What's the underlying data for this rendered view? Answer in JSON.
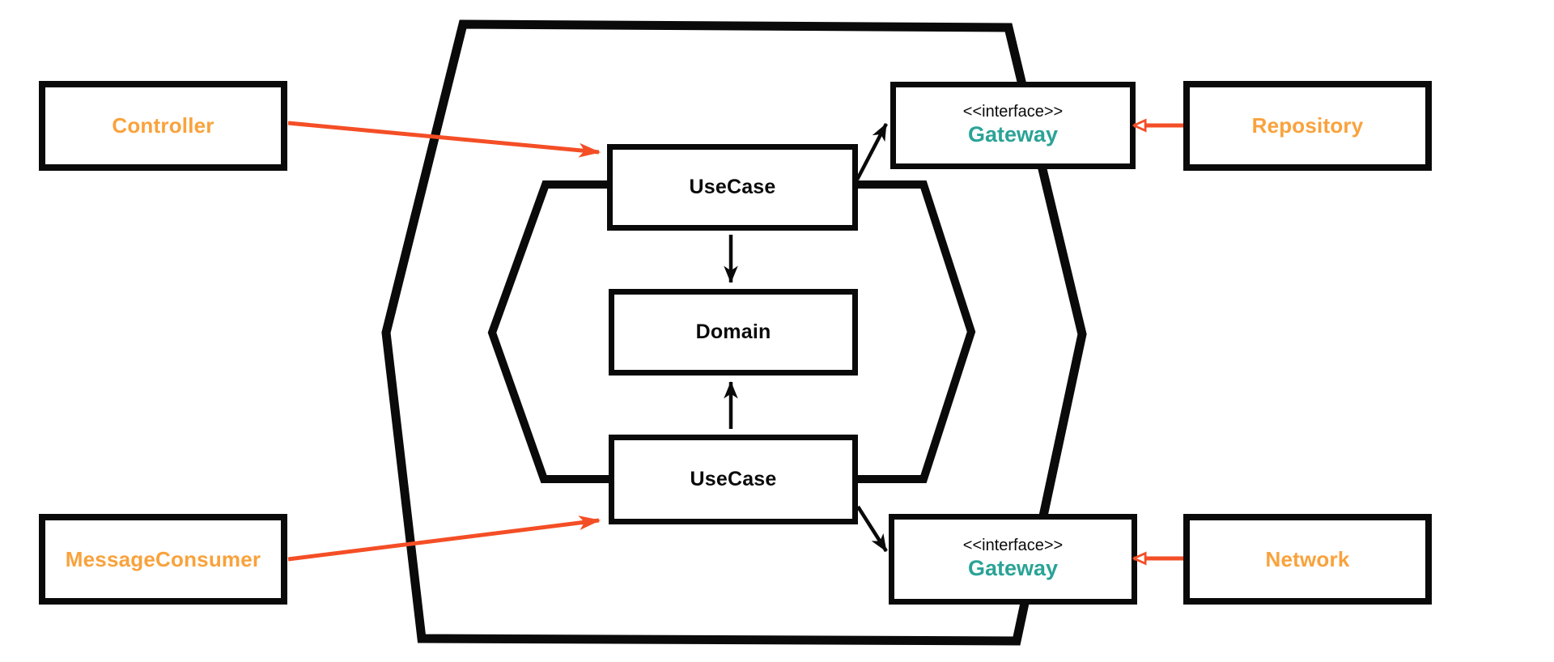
{
  "diagram_type": "hexagonal-architecture",
  "colors": {
    "adapter_text": "#F9A23C",
    "interface_text": "#2AA396",
    "arrow_red": "#F44E26",
    "line_black": "#0A0A0A"
  },
  "nodes": {
    "controller": {
      "label": "Controller"
    },
    "repository": {
      "label": "Repository"
    },
    "message_consumer": {
      "label": "MessageConsumer"
    },
    "network": {
      "label": "Network"
    },
    "usecase_top": {
      "label": "UseCase"
    },
    "domain": {
      "label": "Domain"
    },
    "usecase_bottom": {
      "label": "UseCase"
    },
    "gateway_top": {
      "stereotype": "<<interface>>",
      "label": "Gateway"
    },
    "gateway_bottom": {
      "stereotype": "<<interface>>",
      "label": "Gateway"
    }
  },
  "edges": [
    {
      "from": "Controller",
      "to": "UseCase (top)",
      "style": "red-solid-arrow"
    },
    {
      "from": "MessageConsumer",
      "to": "UseCase (bottom)",
      "style": "red-solid-arrow"
    },
    {
      "from": "Repository",
      "to": "Gateway (top)",
      "style": "red-hollow-arrow"
    },
    {
      "from": "Network",
      "to": "Gateway (bottom)",
      "style": "red-hollow-arrow"
    },
    {
      "from": "UseCase (top)",
      "to": "Domain",
      "style": "black-arrow"
    },
    {
      "from": "UseCase (bottom)",
      "to": "Domain",
      "style": "black-arrow"
    },
    {
      "from": "UseCase (top)",
      "to": "Gateway (top)",
      "style": "black-arrow"
    },
    {
      "from": "UseCase (bottom)",
      "to": "Gateway (bottom)",
      "style": "black-arrow"
    }
  ]
}
